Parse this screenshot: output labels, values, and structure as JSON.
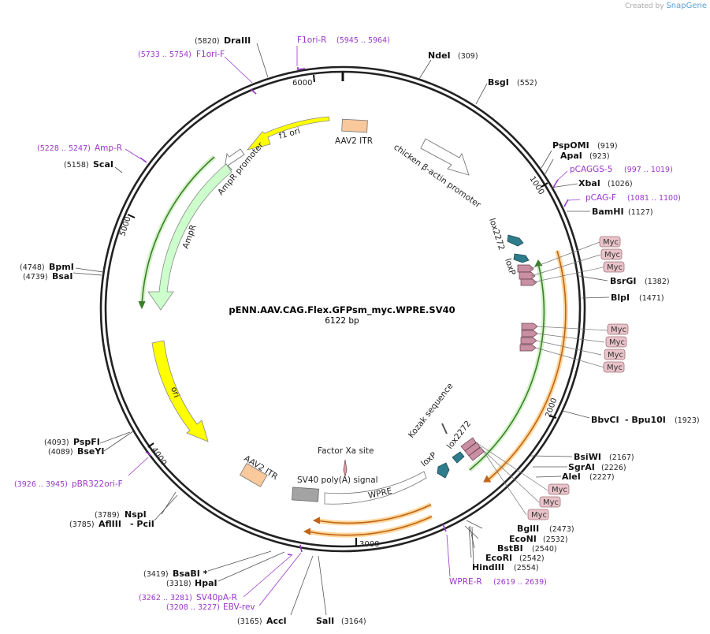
{
  "credit": {
    "prefix": "Created by",
    "brand": "SnapGene"
  },
  "plasmid": {
    "name": "pENN.AAV.CAG.Flex.GFPsm_myc.WPRE.SV40",
    "size": "6122 bp"
  },
  "ticks": [
    "1000",
    "2000",
    "3000",
    "4000",
    "5000",
    "6000"
  ],
  "features": {
    "f1ori": "f1 ori",
    "itr_top": "AAV2 ITR",
    "cba": "chicken β-actin promoter",
    "ampr_promoter": "AmpR promoter",
    "ampr": "AmpR",
    "ori": "ori",
    "lox2272_top": "lox2272",
    "loxp_top": "loxP",
    "kozak": "Kozak sequence",
    "lox2272_bottom": "lox2272",
    "loxp_bottom": "loxP",
    "factorxa": "Factor Xa site",
    "sv40": "SV40 poly(A) signal",
    "wpre": "WPRE",
    "itr_bottom": "AAV2 ITR"
  },
  "myc_label": "Myc",
  "enzymes": [
    {
      "name": "DraIII",
      "pos": "(5820)"
    },
    {
      "name": "NdeI",
      "pos": "(309)"
    },
    {
      "name": "BsgI",
      "pos": "(552)"
    },
    {
      "name": "PspOMI",
      "pos": "(919)"
    },
    {
      "name": "ApaI",
      "pos": "(923)"
    },
    {
      "name": "XbaI",
      "pos": "(1026)"
    },
    {
      "name": "BamHI",
      "pos": "(1127)"
    },
    {
      "name": "BsrGI",
      "pos": "(1382)"
    },
    {
      "name": "BlpI",
      "pos": "(1471)"
    },
    {
      "name": "BbvCI",
      "pos": "(1923)"
    },
    {
      "name": "- Bpu10I",
      "pos": ""
    },
    {
      "name": "BsiWI",
      "pos": "(2167)"
    },
    {
      "name": "SgrAI",
      "pos": "(2226)"
    },
    {
      "name": "AleI",
      "pos": "(2227)"
    },
    {
      "name": "BglII",
      "pos": "(2473)"
    },
    {
      "name": "EcoNI",
      "pos": "(2532)"
    },
    {
      "name": "BstBI",
      "pos": "(2540)"
    },
    {
      "name": "EcoRI",
      "pos": "(2542)"
    },
    {
      "name": "HindIII",
      "pos": "(2554)"
    },
    {
      "name": "SalI",
      "pos": "(3164)"
    },
    {
      "name": "AccI",
      "pos": "(3165)"
    },
    {
      "name": "HpaI",
      "pos": "(3318)"
    },
    {
      "name": "BsaBI *",
      "pos": "(3419)"
    },
    {
      "name": "AflIII",
      "pos": "(3785)"
    },
    {
      "name": "- PciI",
      "pos": ""
    },
    {
      "name": "NspI",
      "pos": "(3789)"
    },
    {
      "name": "BseYI",
      "pos": "(4089)"
    },
    {
      "name": "PspFI",
      "pos": "(4093)"
    },
    {
      "name": "BsaI",
      "pos": "(4739)"
    },
    {
      "name": "BpmI",
      "pos": "(4748)"
    },
    {
      "name": "ScaI",
      "pos": "(5158)"
    }
  ],
  "primers": [
    {
      "name": "F1ori-R",
      "range": "(5945 .. 5964)"
    },
    {
      "name": "F1ori-F",
      "range": "(5733 .. 5754)"
    },
    {
      "name": "Amp-R",
      "range": "(5228 .. 5247)"
    },
    {
      "name": "pCAGGS-5",
      "range": "(997 .. 1019)"
    },
    {
      "name": "pCAG-F",
      "range": "(1081 .. 1100)"
    },
    {
      "name": "pBR322ori-F",
      "range": "(3926 .. 3945)"
    },
    {
      "name": "WPRE-R",
      "range": "(2619 .. 2639)"
    },
    {
      "name": "SV40pA-R",
      "range": "(3262 .. 3281)"
    },
    {
      "name": "EBV-rev",
      "range": "(3208 .. 3227)"
    }
  ]
}
